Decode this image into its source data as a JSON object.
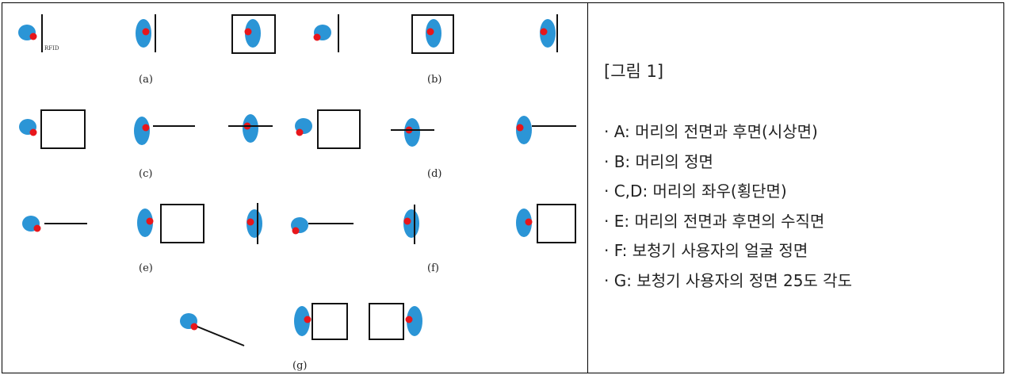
{
  "figure": {
    "labels": {
      "a": "(a)",
      "b": "(b)",
      "c": "(c)",
      "d": "(d)",
      "e": "(e)",
      "f": "(f)",
      "g": "(g)"
    },
    "rfid_text": "RFID",
    "colors": {
      "head": "#2b95d6",
      "ear_marker": "#e8161b",
      "line": "#111111"
    }
  },
  "legend": {
    "title": "[그림 1]",
    "items": [
      "· A: 머리의 전면과 후면(시상면)",
      "· B: 머리의 정면",
      "· C,D: 머리의 좌우(횡단면)",
      "· E: 머리의 전면과 후면의 수직면",
      "· F: 보청기 사용자의 얼굴 정면",
      "· G: 보청기 사용자의 정면 25도 각도"
    ]
  }
}
